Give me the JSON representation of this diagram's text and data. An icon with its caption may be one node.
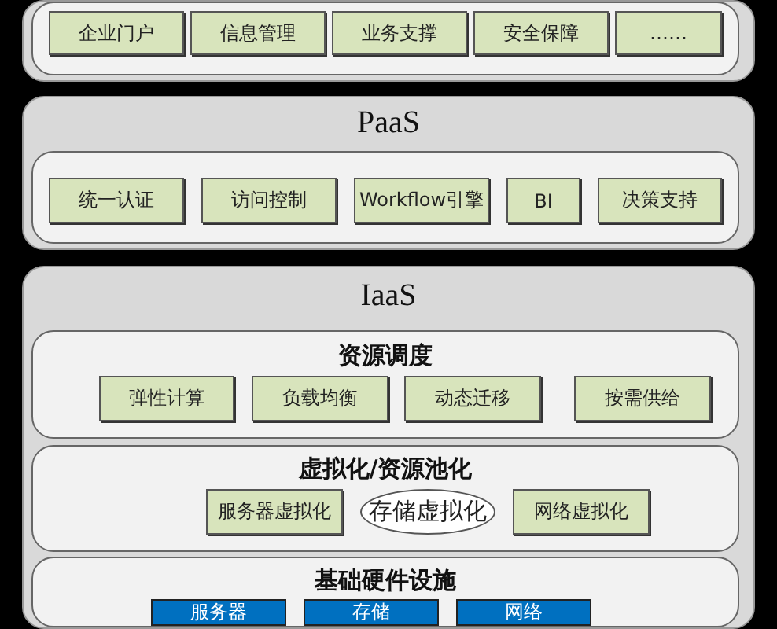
{
  "diagram": {
    "nodes": [
      {
        "text": [],
        "shape": "box"
      },
      {
        "text": [],
        "shape": "box",
        "in": 0
      },
      {
        "text": [
          "企业门户"
        ],
        "in": 1
      },
      {
        "text": [
          "信息管理"
        ],
        "in": 1
      },
      {
        "text": [
          "业务支撑"
        ],
        "in": 1
      },
      {
        "text": [
          "安全保障"
        ],
        "in": 1
      },
      {
        "text": [
          "……"
        ],
        "in": 1
      },
      {
        "text": [
          "PaaS"
        ]
      },
      {
        "text": [],
        "shape": "box",
        "in": 7
      },
      {
        "text": [
          "统一认证"
        ],
        "in": 8
      },
      {
        "text": [
          "访问控制"
        ],
        "in": 8
      },
      {
        "text": [
          "Workflow引擎"
        ],
        "in": 8
      },
      {
        "text": [
          "BI"
        ],
        "in": 8
      },
      {
        "text": [
          "决策支持"
        ],
        "in": 8
      },
      {
        "text": [
          "IaaS"
        ]
      },
      {
        "text": [
          "资源调度"
        ],
        "in": 14
      },
      {
        "text": [
          "弹性计算"
        ],
        "in": 15
      },
      {
        "text": [
          "负载均衡"
        ],
        "in": 15
      },
      {
        "text": [
          "动态迁移"
        ],
        "in": 15
      },
      {
        "text": [
          "按需供给"
        ],
        "in": 15
      },
      {
        "text": [
          "虚拟化/资源池化"
        ],
        "in": 14
      },
      {
        "text": [
          "服务器虚拟化"
        ],
        "in": 20
      },
      {
        "text": [
          "存储虚拟化"
        ],
        "in": 20
      },
      {
        "text": [
          "网络虚拟化"
        ],
        "in": 20
      },
      {
        "text": [
          "基础硬件设施"
        ],
        "in": 14
      },
      {
        "text": [
          "服务器"
        ],
        "in": 24
      },
      {
        "text": [
          "存储"
        ],
        "in": 24
      },
      {
        "text": [
          "网络"
        ],
        "in": 24
      }
    ]
  }
}
